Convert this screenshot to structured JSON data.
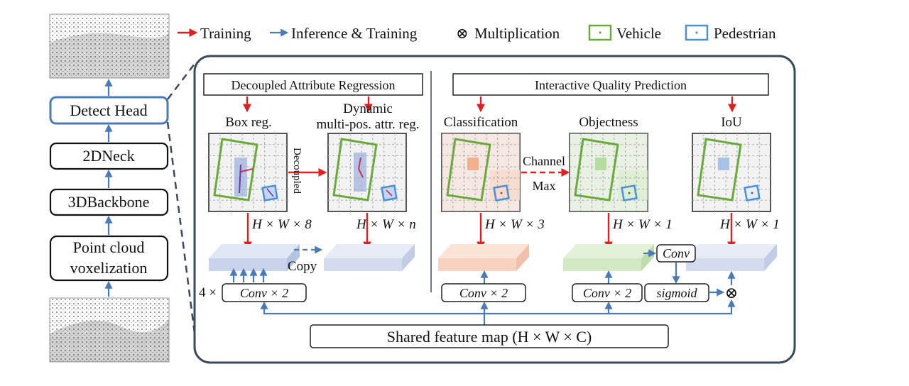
{
  "legend": {
    "training": "Training",
    "inference_training": "Inference & Training",
    "multiplication": "Multiplication",
    "vehicle": "Vehicle",
    "pedestrian": "Pedestrian",
    "colors": {
      "training": "#e02020",
      "inference": "#4a7bb7",
      "vehicle": "#6aaa3a",
      "pedestrian": "#4a90d9"
    }
  },
  "pipeline": {
    "detect_head": "Detect Head",
    "neck": "2DNeck",
    "backbone": "3DBackbone",
    "voxel_line1": "Point cloud",
    "voxel_line2": "voxelization"
  },
  "dar": {
    "title": "Decoupled Attribute Regression",
    "box_reg": "Box reg.",
    "dyn_line1": "Dynamic",
    "dyn_line2": "multi-pos. attr. reg.",
    "decoupled": "Decoupled",
    "dim_box": "H × W × 8",
    "dim_dyn": "H × W × n",
    "copy": "Copy",
    "conv_prefix": "4 ×",
    "conv": "Conv × 2"
  },
  "iqp": {
    "title": "Interactive Quality Prediction",
    "classification": "Classification",
    "objectness": "Objectness",
    "iou": "IoU",
    "channel": "Channel",
    "max": "Max",
    "dim_cls": "H × W × 3",
    "dim_obj": "H × W × 1",
    "dim_iou": "H × W × 1",
    "conv_cls": "Conv × 2",
    "conv_obj": "Conv × 2",
    "conv_small": "Conv",
    "sigmoid": "sigmoid",
    "mult_symbol": "⊗"
  },
  "shared_feature": "Shared feature map (H × W × C)"
}
